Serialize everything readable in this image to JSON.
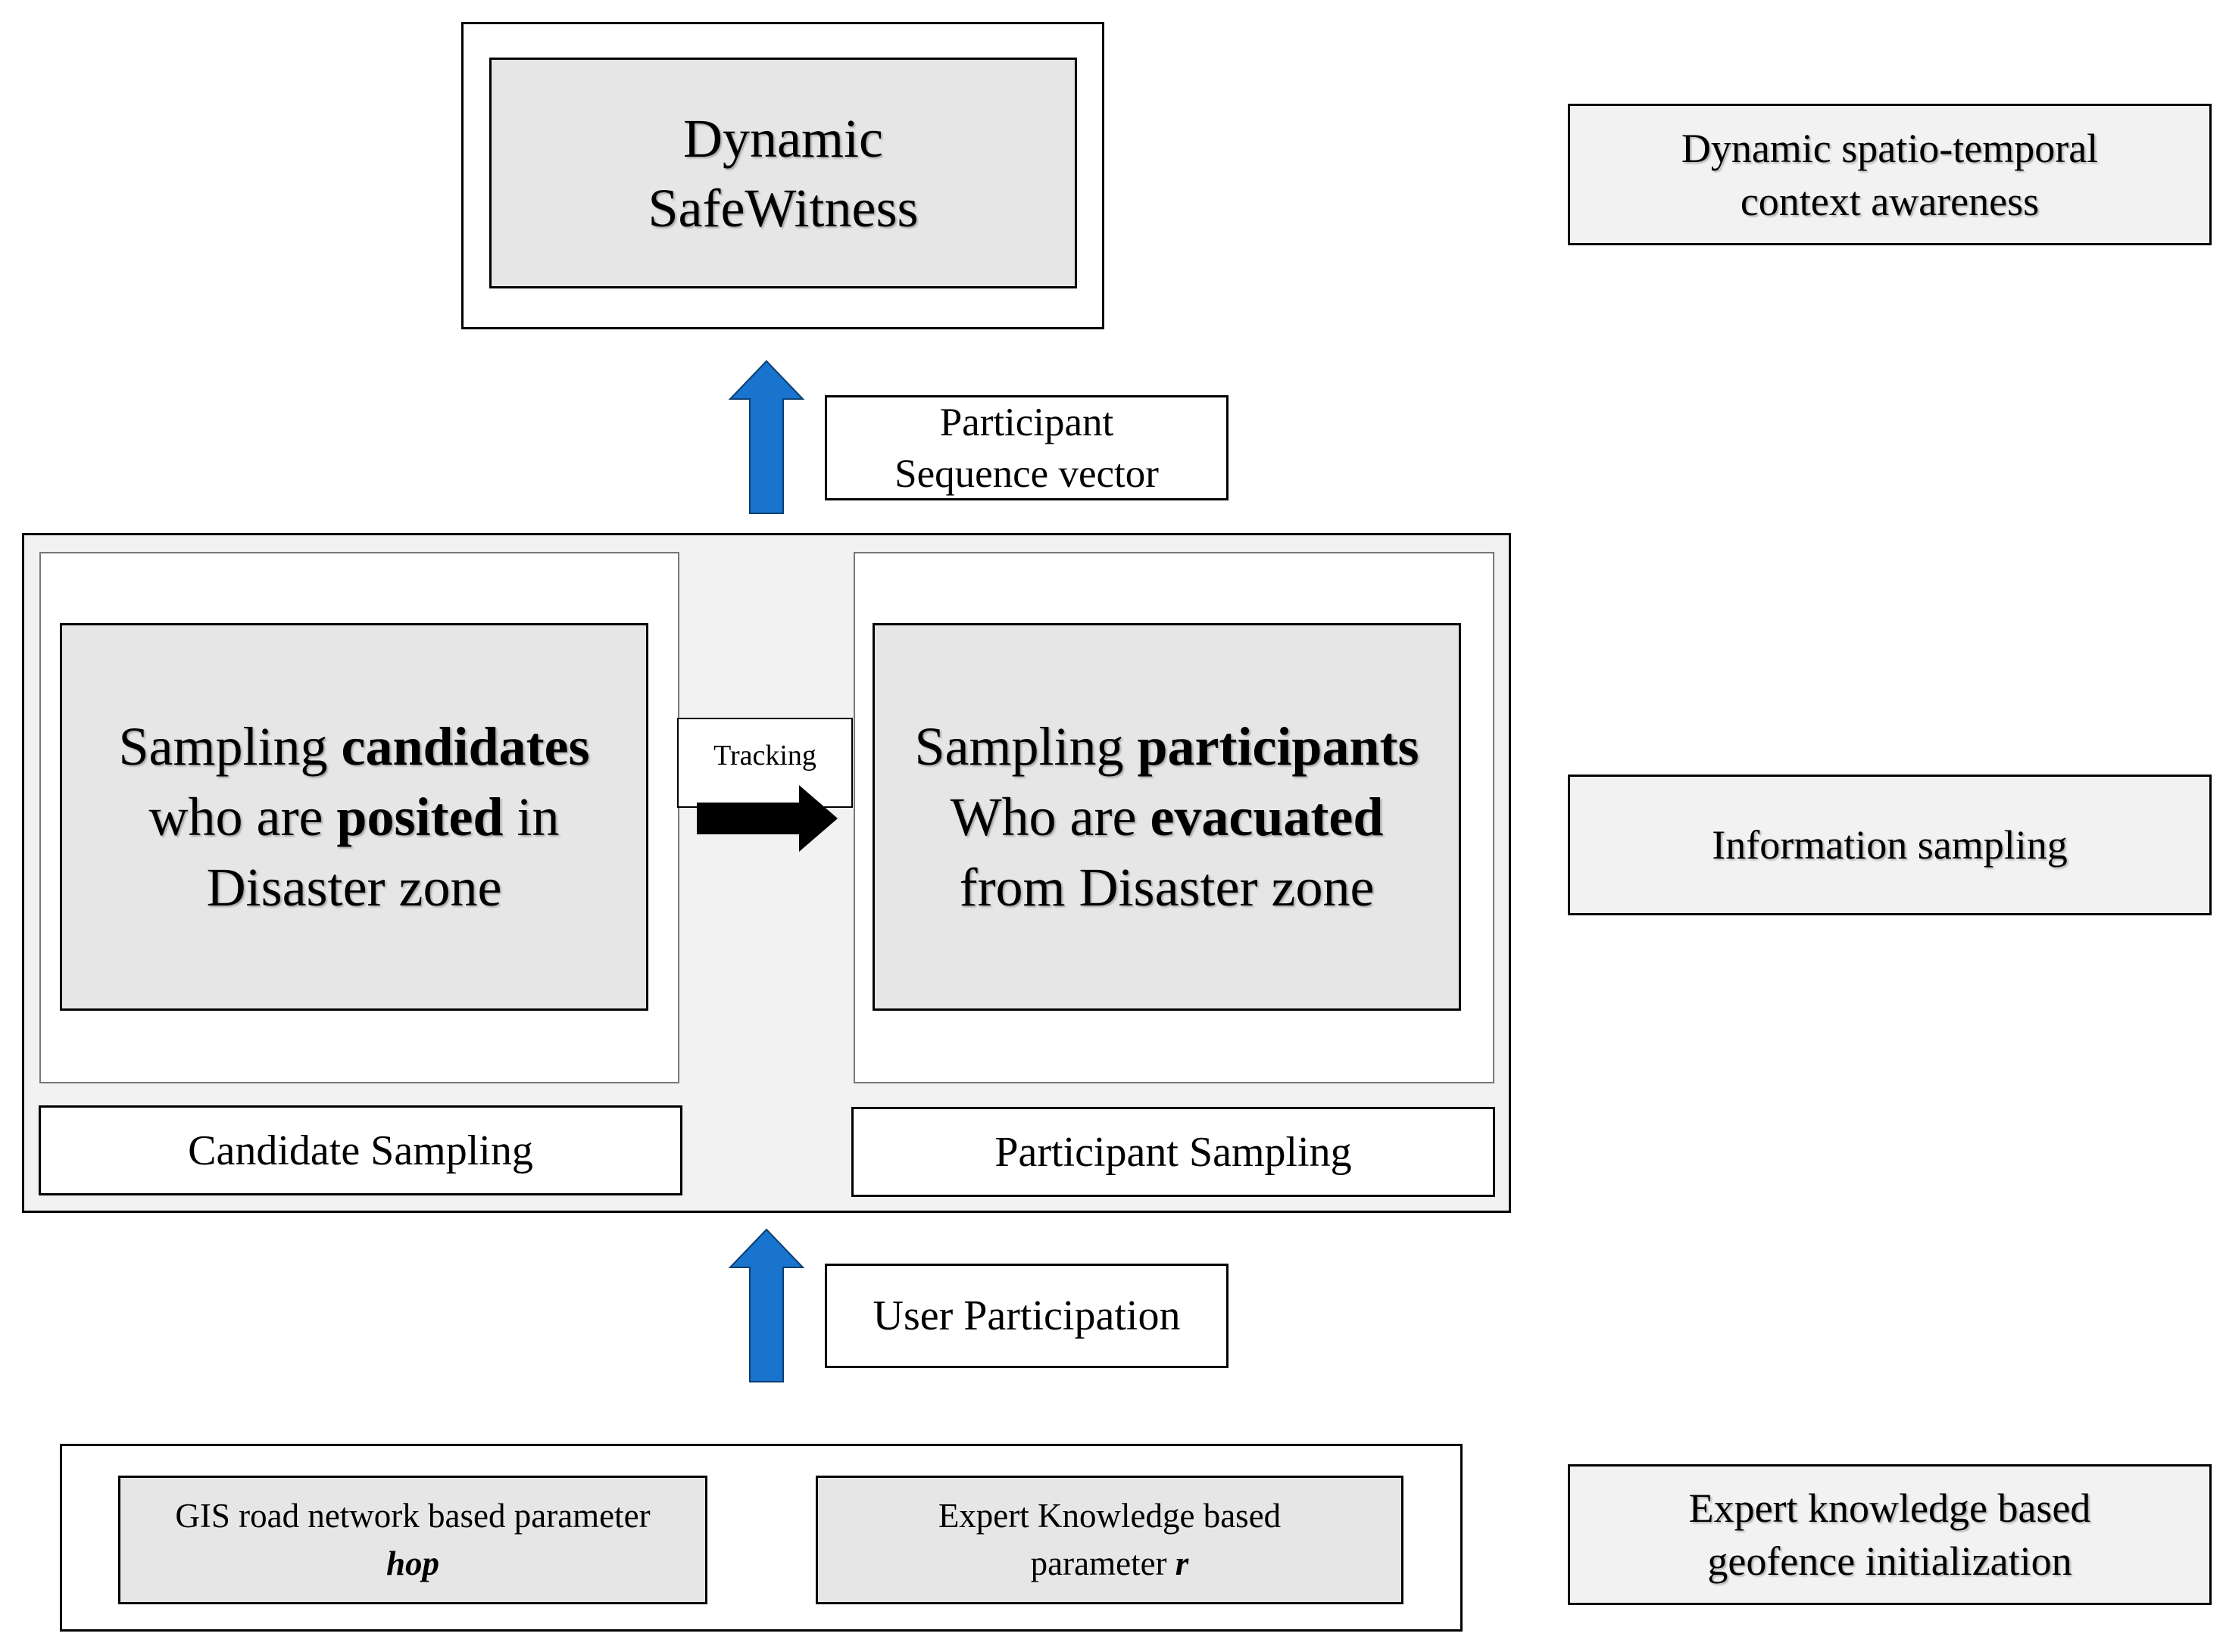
{
  "top": {
    "line1": "Dynamic",
    "line2": "SafeWitness"
  },
  "layer_labels": {
    "top": {
      "line1": "Dynamic spatio-temporal",
      "line2": "context awareness"
    },
    "middle": "Information sampling",
    "bottom": {
      "line1": "Expert knowledge based",
      "line2": "geofence initialization"
    }
  },
  "arrows": {
    "upper_label": {
      "line1": "Participant",
      "line2": "Sequence vector"
    },
    "lower_label": "User Participation",
    "tracking_label": "Tracking"
  },
  "candidates": {
    "l1_a": "Sampling ",
    "l1_b": "candidates",
    "l2_a": "who are ",
    "l2_b": "posited",
    "l2_c": " in",
    "l3": "Disaster zone",
    "caption": "Candidate Sampling"
  },
  "participants": {
    "l1_a": "Sampling ",
    "l1_b": "participants",
    "l2_a": "Who are ",
    "l2_b": "evacuated",
    "l3": "from Disaster zone",
    "caption": "Participant Sampling"
  },
  "params": {
    "gis": {
      "line1": "GIS road network based parameter",
      "symbol": "hop"
    },
    "expert": {
      "line1": "Expert Knowledge based",
      "line2_a": "parameter ",
      "symbol": "r"
    }
  },
  "colors": {
    "panel_gray": "#e6e6e6",
    "light_gray": "#f2f2f2",
    "up_arrow_blue": "#1874cd",
    "arrow_black": "#000000"
  }
}
